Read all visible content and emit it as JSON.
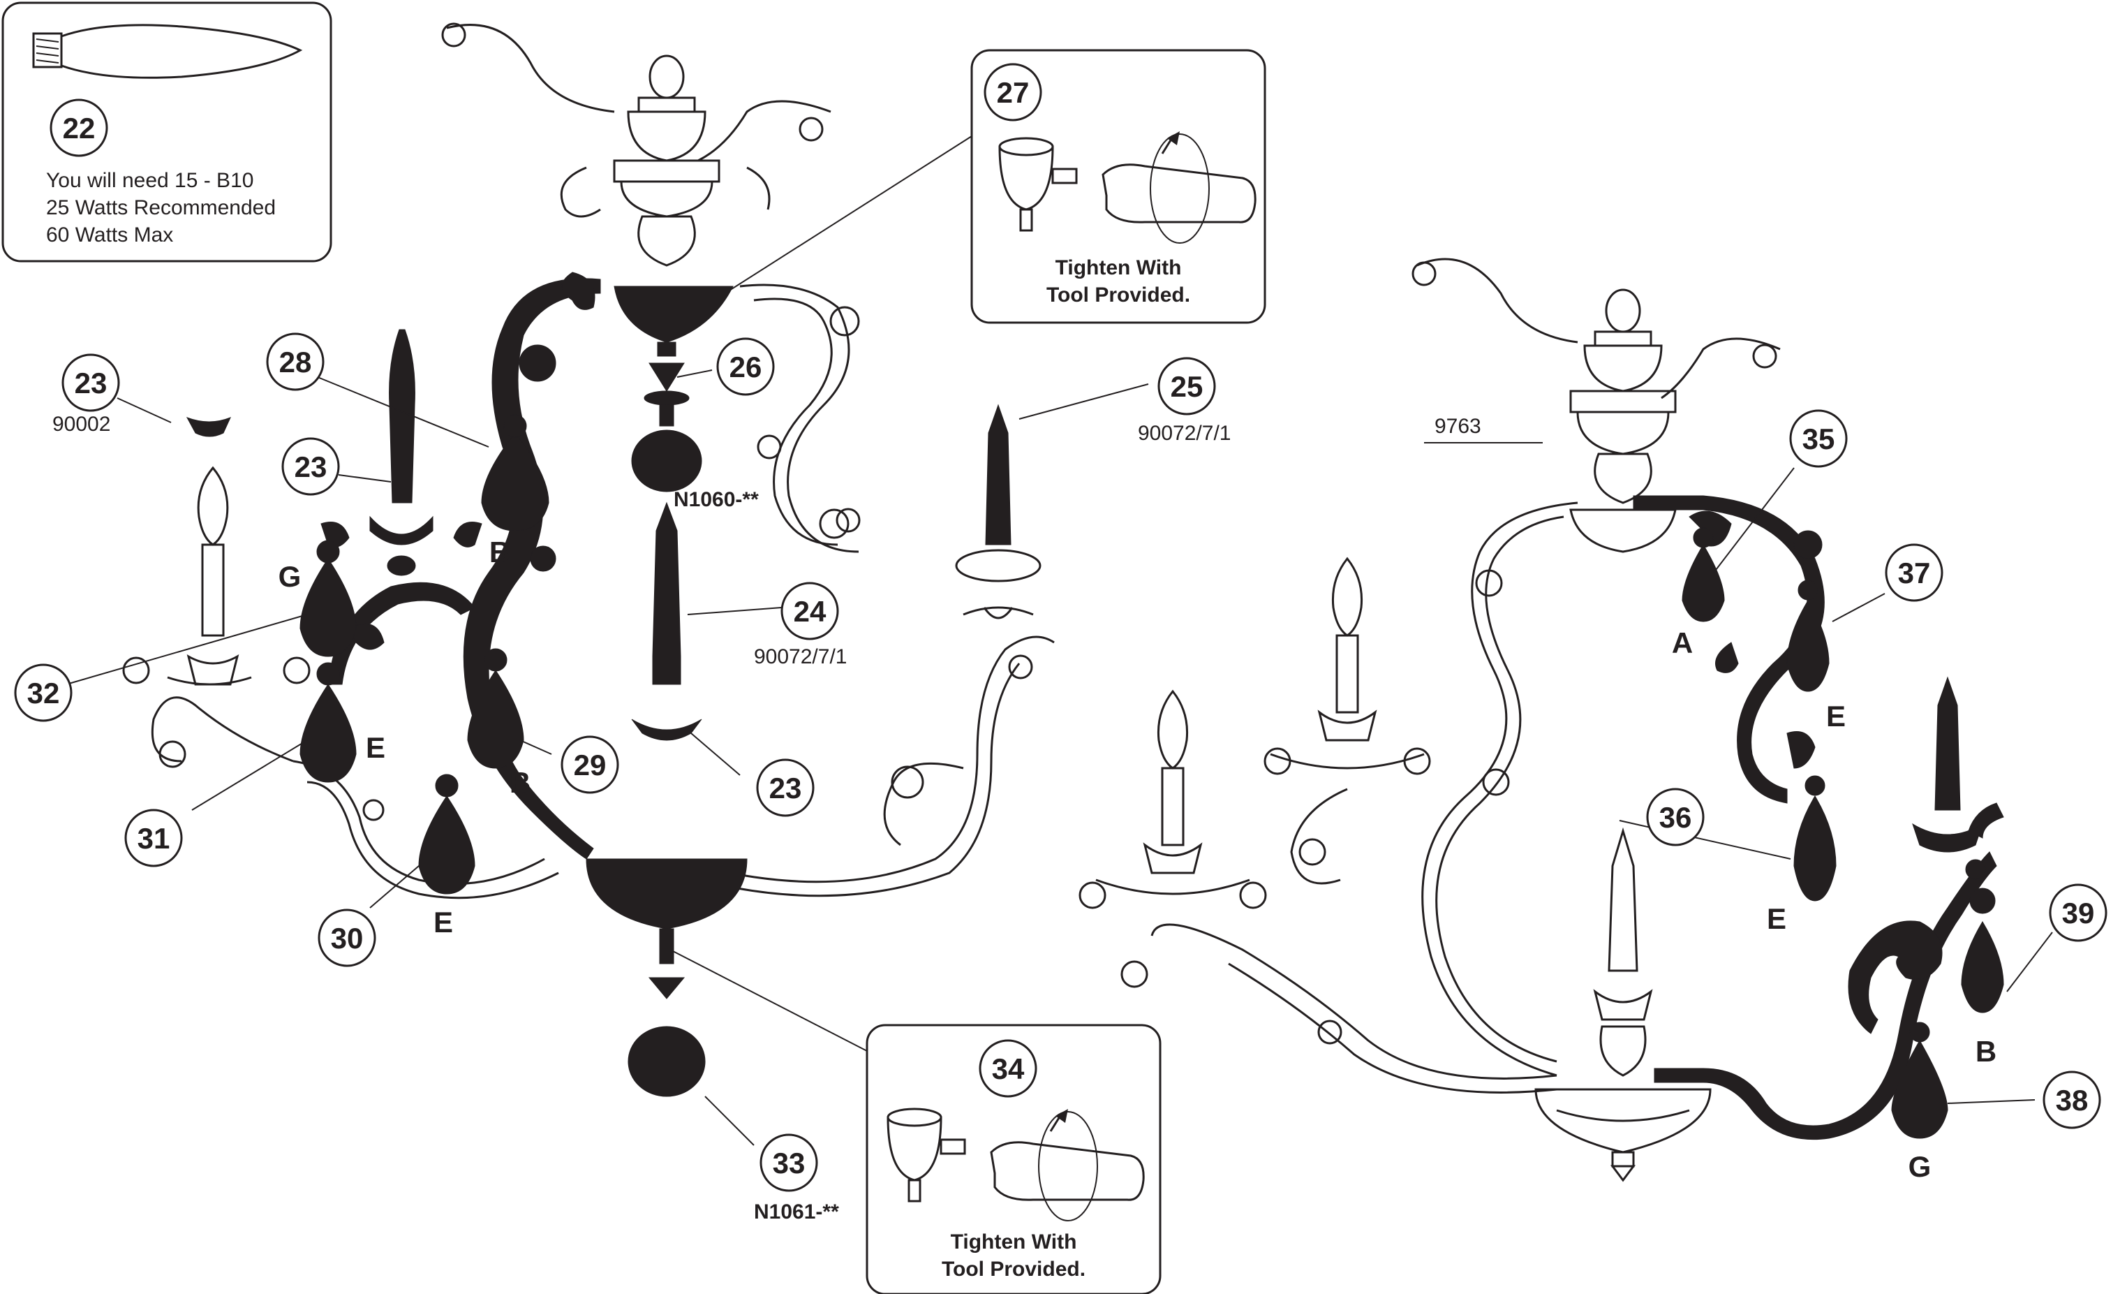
{
  "bulb_note": {
    "number": "22",
    "lines": [
      "You will need 15 - B10",
      "25 Watts Recommended",
      "60 Watts Max"
    ]
  },
  "callouts": {
    "tighten_27": {
      "number": "27",
      "line1": "Tighten With",
      "line2": "Tool Provided."
    },
    "tighten_34": {
      "number": "34",
      "line1": "Tighten With",
      "line2": "Tool Provided."
    }
  },
  "parts": {
    "p23a": "23",
    "p23b": "23",
    "p23c": "23",
    "p24": "24",
    "p25": "25",
    "p26": "26",
    "p28": "28",
    "p29": "29",
    "p30": "30",
    "p31": "31",
    "p32": "32",
    "p33": "33",
    "p35": "35",
    "p36": "36",
    "p37": "37",
    "p38": "38",
    "p39": "39"
  },
  "codes": {
    "c90002": "90002",
    "c90072_a": "90072/7/1",
    "c90072_b": "90072/7/1",
    "cN1060": "N1060-**",
    "cN1061": "N1061-**",
    "c9763": "9763"
  },
  "letters": {
    "G1": "G",
    "B1": "B",
    "B2": "B",
    "E1": "E",
    "E2": "E",
    "A": "A",
    "E3": "E",
    "E4": "E",
    "B3": "B",
    "G2": "G"
  }
}
